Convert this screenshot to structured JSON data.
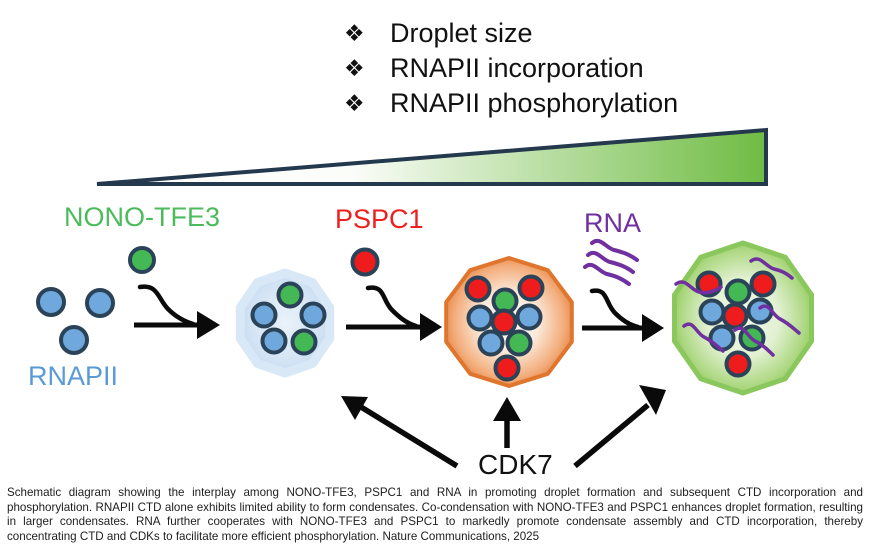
{
  "key_points": {
    "bullet_glyph": "❖",
    "items": [
      {
        "label": "Droplet size"
      },
      {
        "label": "RNAPII incorporation"
      },
      {
        "label": "RNAPII phosphorylation"
      }
    ]
  },
  "labels": {
    "nono_tfe3": "NONO-TFE3",
    "pspc1": "PSPC1",
    "rna": "RNA",
    "rnapii": "RNAPII",
    "cdk7": "CDK7"
  },
  "colors": {
    "nono_tfe3_text_green": "#4CBB5C",
    "pspc1_text_red": "#EE1F1F",
    "rna_text_purple": "#7030A0",
    "rnapii_text_blue": "#5B9BD5",
    "molecule_blue": "#6FA8DC",
    "molecule_green": "#44B854",
    "molecule_red": "#EE1C1C",
    "molecule_border_navy": "#2B4358",
    "wedge_border_navy": "#24384E",
    "wedge_gradient_green": "#6FBC43",
    "droplet_light_blue": "#C0D9EF",
    "droplet_orange": "#E0762E",
    "droplet_green": "#7DC148",
    "rna_squiggle_purple": "#7030A0",
    "arrow_black": "#0A0A0A"
  },
  "caption": "Schematic diagram showing the interplay among NONO-TFE3, PSPC1 and RNA in promoting droplet formation and subsequent CTD incorporation and phosphorylation. RNAPII CTD alone exhibits limited ability to form condensates. Co-condensation with NONO-TFE3 and PSPC1 enhances droplet formation, resulting in larger condensates. RNA further cooperates with NONO-TFE3 and PSPC1 to markedly promote condensate assembly and CTD incorporation, thereby concentrating CTD and CDKs to facilitate more efficient phosphorylation. Nature Communications, 2025"
}
